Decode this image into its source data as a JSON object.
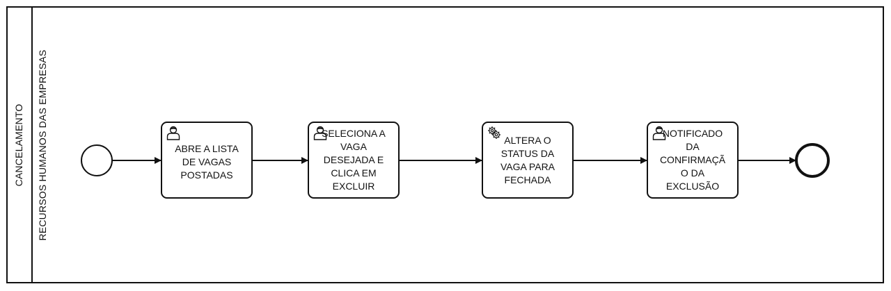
{
  "pool": {
    "label": "CANCELAMENTO"
  },
  "lane": {
    "label": "RECURSOS HUMANOS DAS EMPRESAS"
  },
  "tasks": [
    {
      "text": "ABRE A LISTA\nDE VAGAS\nPOSTADAS",
      "icon": "user-icon"
    },
    {
      "text": "SELECIONA A\nVAGA\nDESEJADA E\nCLICA EM\nEXCLUIR",
      "icon": "user-icon"
    },
    {
      "text": "ALTERA O\nSTATUS DA\nVAGA PARA\nFECHADA",
      "icon": "gear-icon"
    },
    {
      "text": "NOTIFICADO\nDA\nCONFIRMAÇÃ\nO DA\nEXCLUSÃO",
      "icon": "user-icon"
    }
  ],
  "events": {
    "start": "start-event",
    "end": "end-event"
  },
  "colors": {
    "stroke": "#111111",
    "background": "#ffffff"
  }
}
